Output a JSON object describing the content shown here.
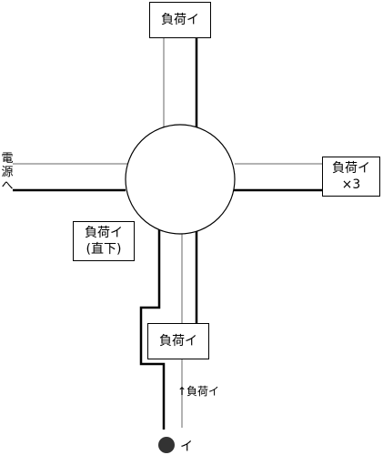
{
  "boxes": {
    "top": {
      "line1": "負荷イ"
    },
    "right": {
      "line1": "負荷イ",
      "line2": "×3"
    },
    "lower_left": {
      "line1": "負荷イ",
      "line2": "(直下)"
    },
    "bottom": {
      "line1": "負荷イ"
    }
  },
  "labels": {
    "power_source": [
      "電",
      "源",
      "へ"
    ],
    "arrow_note": "↑負荷イ",
    "terminal": "イ"
  },
  "colors": {
    "wire_black": "#000000",
    "wire_gray": "#b3b3b3",
    "terminal_dot": "#333333"
  }
}
